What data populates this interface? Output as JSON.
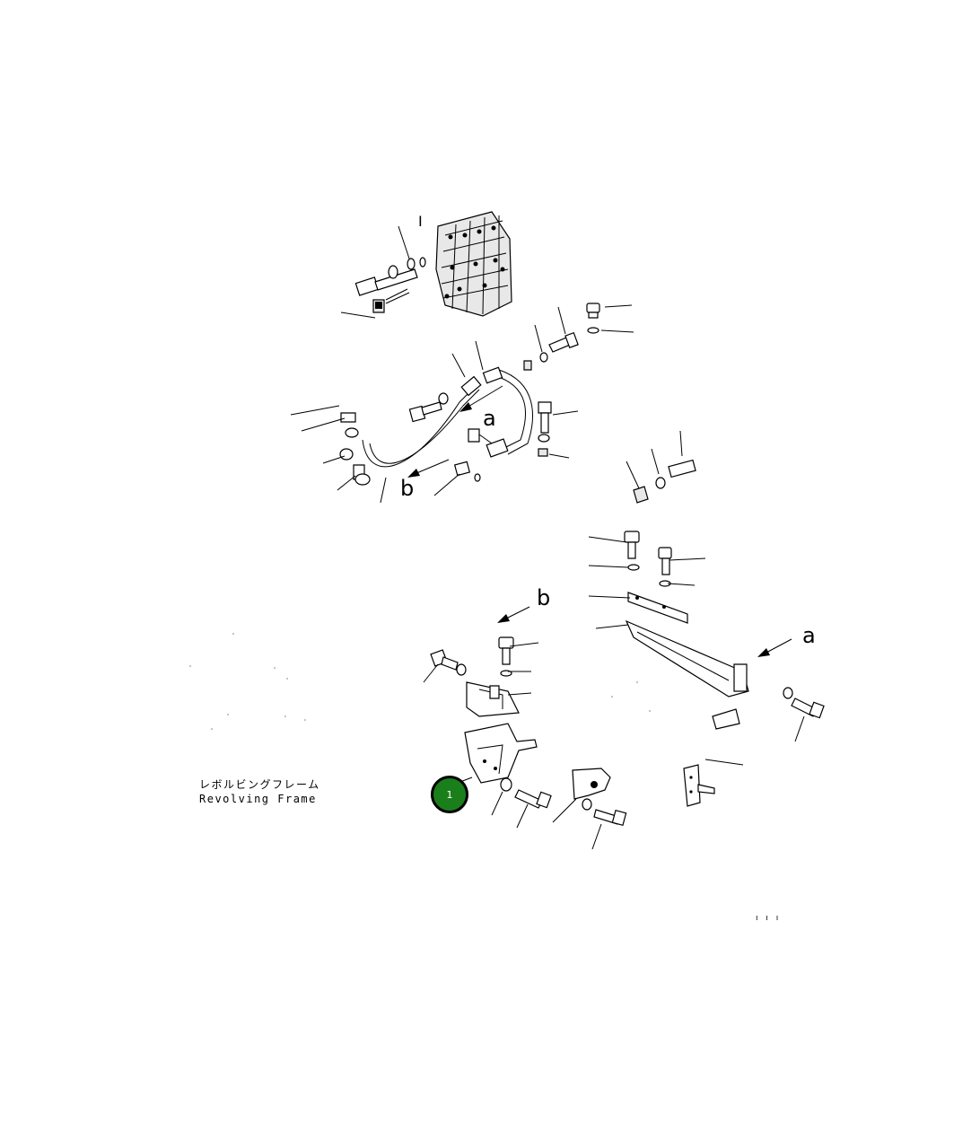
{
  "diagram": {
    "view_labels": {
      "a_upper": "a",
      "b_upper": "b",
      "b_lower": "b",
      "a_lower": "a"
    },
    "caption": {
      "japanese": "レボルビングフレーム",
      "english": "Revolving Frame"
    },
    "callout": {
      "number": "1",
      "color": "#1a7f1a"
    },
    "marker_top": "I",
    "page_mark": "ı ı ı"
  }
}
